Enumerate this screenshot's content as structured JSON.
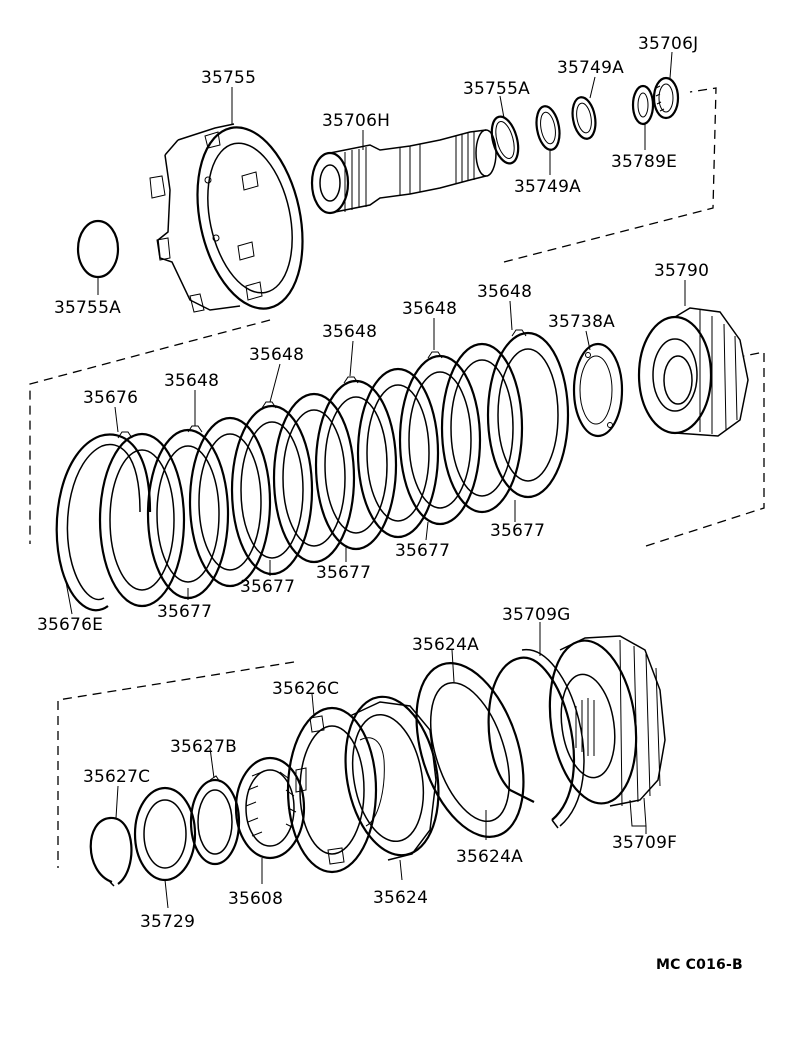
{
  "labels": {
    "l35755": "35755",
    "l35706H": "35706H",
    "l35755A_top": "35755A",
    "l35749A_top": "35749A",
    "l35706J": "35706J",
    "l35749A_bot": "35749A",
    "l35789E": "35789E",
    "l35755A_left": "35755A",
    "l35790": "35790",
    "l35648_a": "35648",
    "l35648_b": "35648",
    "l35648_c": "35648",
    "l35648_d": "35648",
    "l35648_e": "35648",
    "l35738A": "35738A",
    "l35676": "35676",
    "l35677_a": "35677",
    "l35677_b": "35677",
    "l35677_c": "35677",
    "l35677_d": "35677",
    "l35677_e": "35677",
    "l35676E": "35676E",
    "l35709G": "35709G",
    "l35624A_top": "35624A",
    "l35626C": "35626C",
    "l35627B": "35627B",
    "l35627C": "35627C",
    "l35624A_bot": "35624A",
    "l35709F": "35709F",
    "l35729": "35729",
    "l35608": "35608",
    "l35624": "35624"
  },
  "diagram_code": "MC  C016-B"
}
